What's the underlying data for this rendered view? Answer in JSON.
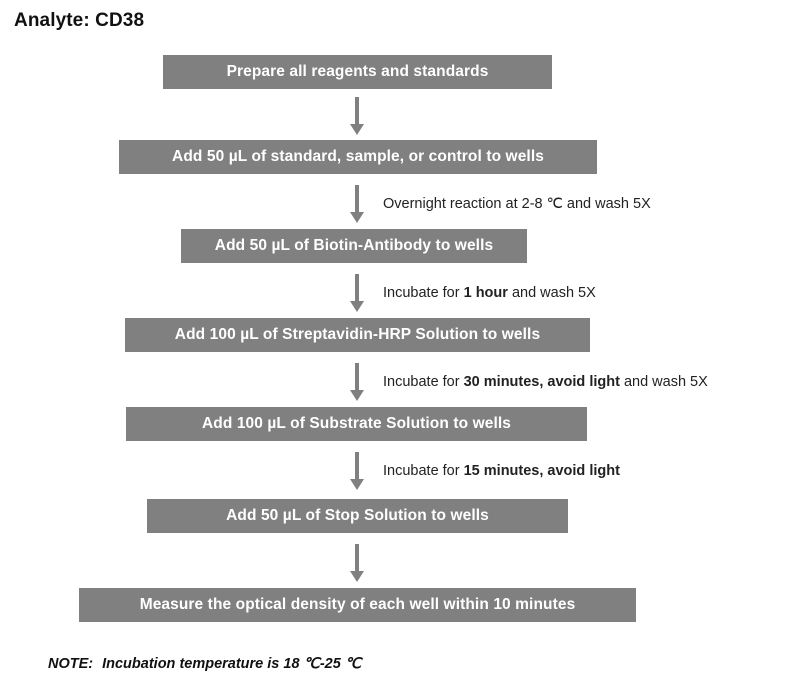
{
  "title": "Analyte: CD38",
  "colors": {
    "box_fill": "#808080",
    "box_text": "#ffffff",
    "arrow": "#808080",
    "annotation_text": "#222222",
    "background": "#ffffff"
  },
  "flow": {
    "steps": [
      {
        "id": "step-1",
        "label": "Prepare all reagents and standards"
      },
      {
        "id": "step-2",
        "label": "Add 50 µL of standard, sample, or control to wells"
      },
      {
        "id": "step-3",
        "label": "Add 50 µL of Biotin-Antibody to wells"
      },
      {
        "id": "step-4",
        "label": "Add 100 µL of Streptavidin-HRP Solution to wells"
      },
      {
        "id": "step-5",
        "label": "Add 100 µL of Substrate Solution to wells"
      },
      {
        "id": "step-6",
        "label": "Add 50 µL of Stop Solution to wells"
      },
      {
        "id": "step-7",
        "label": "Measure the optical density of each well within 10 minutes"
      }
    ],
    "connectors": [
      {
        "id": "arrow-1",
        "annotation": null
      },
      {
        "id": "arrow-2",
        "annotation_pre": "Overnight reaction at 2-8 ℃ and wash 5X",
        "annotation_bold": "",
        "annotation_post": ""
      },
      {
        "id": "arrow-3",
        "annotation_pre": "Incubate for ",
        "annotation_bold": "1 hour",
        "annotation_post": " and wash 5X"
      },
      {
        "id": "arrow-4",
        "annotation_pre": "Incubate for ",
        "annotation_bold": "30 minutes, avoid light",
        "annotation_post": " and wash 5X"
      },
      {
        "id": "arrow-5",
        "annotation_pre": "Incubate for ",
        "annotation_bold": "15 minutes, avoid light",
        "annotation_post": ""
      },
      {
        "id": "arrow-6",
        "annotation": null
      }
    ]
  },
  "note": {
    "label": "NOTE:",
    "text": "Incubation temperature is 18 ℃-25 ℃"
  }
}
